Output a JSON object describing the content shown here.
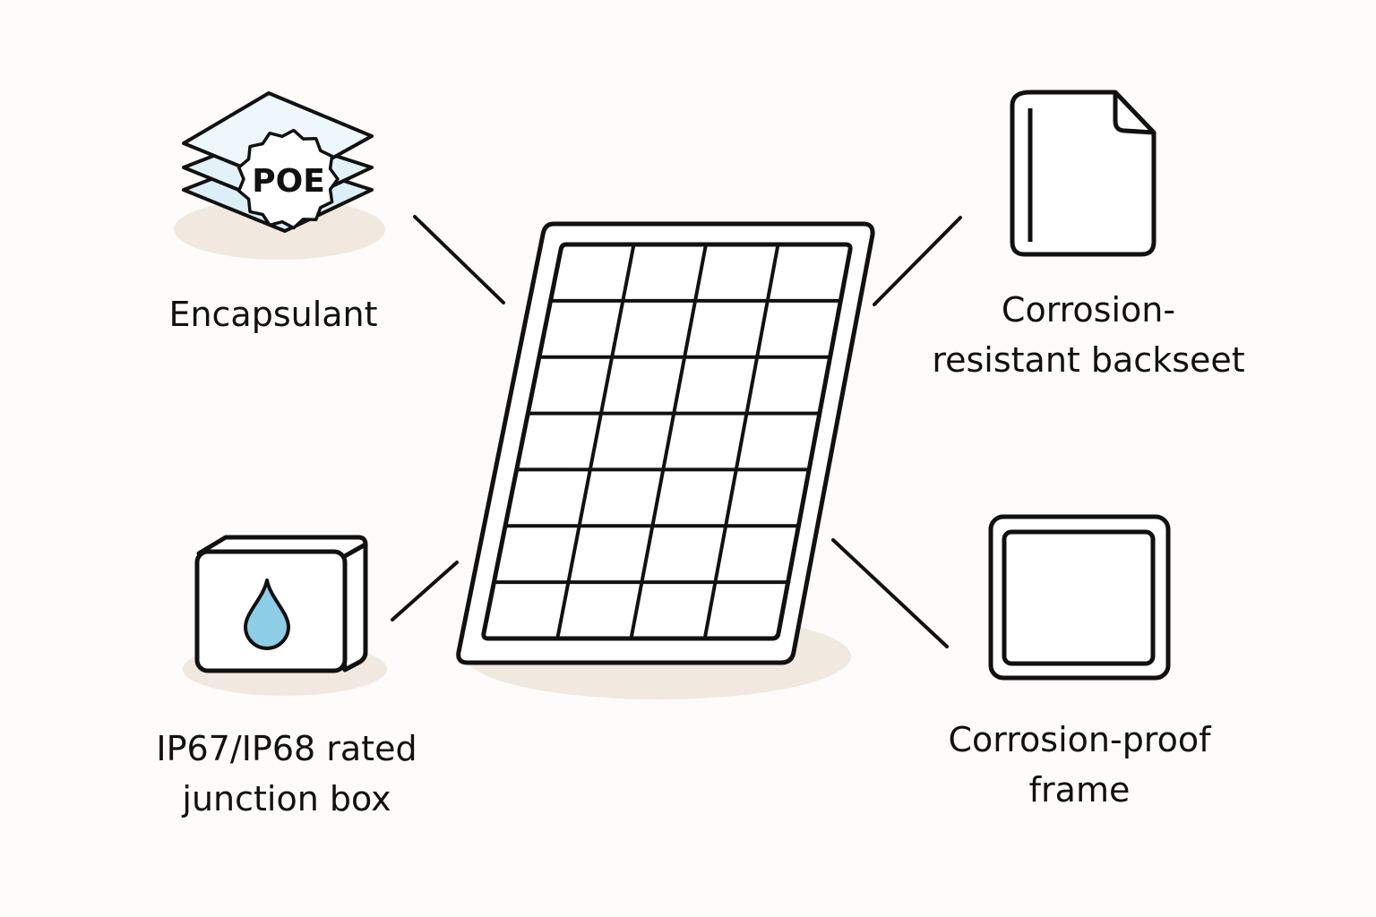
{
  "diagram": {
    "center": {
      "name": "solar-panel",
      "icon": "solar-panel-icon",
      "grid_rows": 7,
      "grid_cols": 4
    },
    "components": [
      {
        "id": "encapsulant",
        "icon": "layered-sheets-icon",
        "icon_text": "POE",
        "label_lines": [
          "Encapsulant"
        ]
      },
      {
        "id": "backsheet",
        "icon": "document-sheet-icon",
        "label_lines": [
          "Corrosion-",
          "resistant backseet"
        ]
      },
      {
        "id": "junction-box",
        "icon": "water-drop-box-icon",
        "label_lines": [
          "IP67/IP68 rated",
          "junction box"
        ]
      },
      {
        "id": "frame",
        "icon": "square-frame-icon",
        "label_lines": [
          "Corrosion-proof",
          "frame"
        ]
      }
    ],
    "colors": {
      "stroke": "#111111",
      "shadow": "#f1e9e0",
      "water_blue": "#8ecde6",
      "sheet_blue": "#cde8f2",
      "background": "#fdfcfa"
    }
  }
}
